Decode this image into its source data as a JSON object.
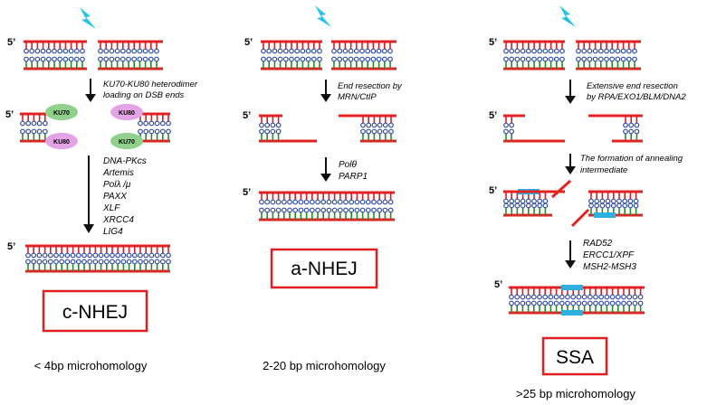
{
  "colors": {
    "strand_top": "#e32222",
    "strand_bottom": "#e32222",
    "rung_top": "#d0202a",
    "rung_bottom": "#2a8a2a",
    "base_circle": "#2d4aa8",
    "lightning": "#23c2e8",
    "ku70": "#8fd08a",
    "ku80": "#e3a3e6",
    "annealing_patch": "#2bb0e0",
    "box_border": "#e02020",
    "arrow": "#111111"
  },
  "strand_end_label": "5’",
  "ku_labels": {
    "ku70": "KU70",
    "ku80": "KU80"
  },
  "columns": [
    {
      "id": "cnhej",
      "title": "c-NHEJ",
      "microhomology": "< 4bp microhomology",
      "step1_lines": [
        "KU70-KU80 heterodimer",
        "loading on DSB ends"
      ],
      "factors": [
        "DNA-PKcs",
        "Artemis",
        "Polλ /μ",
        "PAXX",
        "XLF",
        "XRCC4",
        "LIG4"
      ]
    },
    {
      "id": "anhej",
      "title": "a-NHEJ",
      "microhomology": "2-20 bp microhomology",
      "step1_lines": [
        "End resection by",
        "MRN/CtIP"
      ],
      "factors": [
        "Polθ",
        "PARP1"
      ]
    },
    {
      "id": "ssa",
      "title": "SSA",
      "microhomology": ">25 bp microhomology",
      "step1_lines": [
        "Extensive end resection",
        "by RPA/EXO1/BLM/DNA2"
      ],
      "step2_lines": [
        "The formation of annealing",
        "intermediate"
      ],
      "factors": [
        "RAD52",
        "ERCC1/XPF",
        "MSH2-MSH3"
      ]
    }
  ]
}
